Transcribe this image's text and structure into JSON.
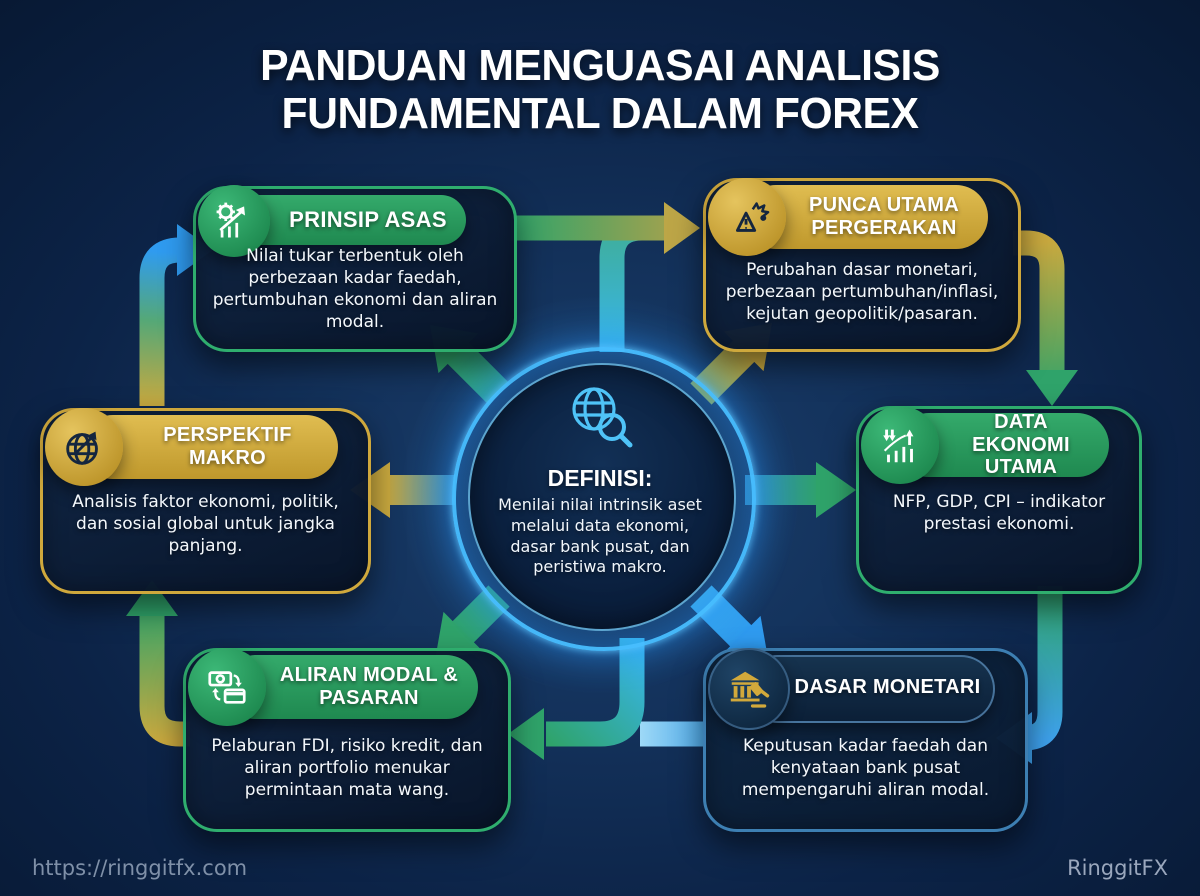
{
  "title": {
    "line1": "PANDUAN MENGUASAI ANALISIS",
    "line2": "FUNDAMENTAL DALAM FOREX"
  },
  "center": {
    "heading": "DEFINISI:",
    "body": "Menilai nilai intrinsik aset melalui data ekonomi, dasar bank pusat, dan peristiwa makro.",
    "icon": "globe-magnifier-icon"
  },
  "nodes": [
    {
      "id": "prinsip-asas",
      "title": "PRINSIP ASAS",
      "body": "Nilai tukar terbentuk oleh perbezaan kadar faedah, pertumbuhan ekonomi dan aliran modal.",
      "icon": "gear-growth-chart-icon",
      "accent": "#2fae6e"
    },
    {
      "id": "punca-utama-pergerakan",
      "title": "PUNCA UTAMA PERGERAKAN",
      "body": "Perubahan dasar monetari, perbezaan pertumbuhan/inflasi, kejutan geopolitik/pasaran.",
      "icon": "warning-explosion-icon",
      "accent": "#cfa83c"
    },
    {
      "id": "perspektif-makro",
      "title": "PERSPEKTIF MAKRO",
      "body": "Analisis faktor ekonomi, politik, dan sosial global untuk jangka panjang.",
      "icon": "globe-trend-icon",
      "accent": "#cfa83c"
    },
    {
      "id": "data-ekonomi-utama",
      "title": "DATA EKONOMI UTAMA",
      "body": "NFP, GDP, CPI – indikator prestasi ekonomi.",
      "icon": "bar-chart-arrows-icon",
      "accent": "#2fae6e"
    },
    {
      "id": "aliran-modal-pasaran",
      "title": "ALIRAN MODAL & PASARAN",
      "body": "Pelaburan FDI, risiko kredit, dan aliran portfolio menukar permintaan mata wang.",
      "icon": "money-card-exchange-icon",
      "accent": "#2fae6e"
    },
    {
      "id": "dasar-monetari",
      "title": "DASAR MONETARI",
      "body": "Keputusan kadar faedah dan kenyataan bank pusat mempengaruhi aliran modal.",
      "icon": "bank-gavel-icon",
      "accent": "#3d7fb2"
    }
  ],
  "footer": {
    "website": "https://ringgitfx.com",
    "brand": "RinggitFX"
  },
  "colors": {
    "background": "#0c2347",
    "green": "#2fa36a",
    "gold": "#c9a93f",
    "blue": "#2f9bf0",
    "cyan_ring": "#48beff"
  }
}
